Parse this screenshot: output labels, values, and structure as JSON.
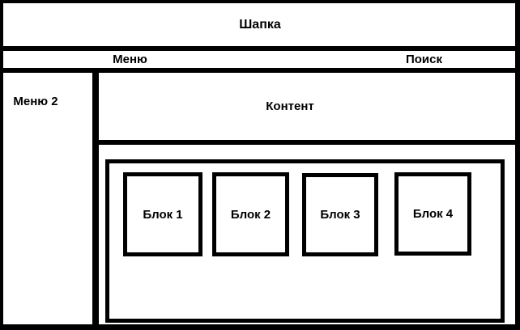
{
  "meta": {
    "background_color": "#ffffff",
    "line_color": "#000000",
    "text_color": "#000000"
  },
  "header": {
    "label": "Шапка"
  },
  "menubar": {
    "items": [
      {
        "label": "Меню"
      },
      {
        "label": "Поиск"
      }
    ]
  },
  "sidebar": {
    "label": "Меню 2"
  },
  "content": {
    "label": "Контент"
  },
  "blocks_panel": {
    "blocks": [
      {
        "label": "Блок 1"
      },
      {
        "label": "Блок 2"
      },
      {
        "label": "Блок 3"
      },
      {
        "label": "Блок 4"
      }
    ]
  }
}
